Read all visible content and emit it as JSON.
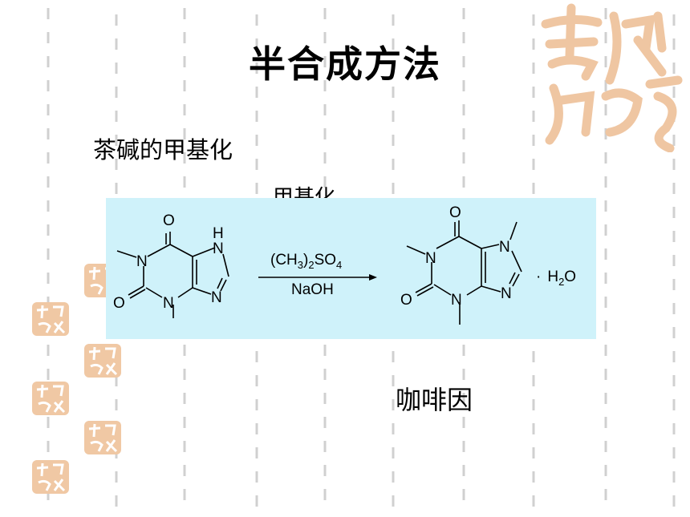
{
  "slide": {
    "title": "半合成方法",
    "subtitle": "茶碱的甲基化",
    "hidden_label": "甲基化",
    "product_name": "咖啡因"
  },
  "reaction": {
    "reactant_atoms": {
      "o1": "O",
      "n1": "N",
      "n7": "N",
      "h7": "H",
      "o2": "O",
      "n3": "N",
      "n9": "N"
    },
    "reagent_above": {
      "prefix": "(CH",
      "sub1": "3",
      "mid": ")",
      "sub2": "2",
      "suffix": "SO",
      "sub3": "4"
    },
    "reagent_below": "NaOH",
    "product_atoms": {
      "o1": "O",
      "n1": "N",
      "n7": "N",
      "o2": "O",
      "n3": "N",
      "n9": "N"
    },
    "hydrate": {
      "dot": "·",
      "h": "H",
      "sub": "2",
      "o": "O"
    }
  },
  "colors": {
    "reaction_background": "#cff2fa",
    "decoration": "#e7a46a",
    "dashes": "#cccccc"
  },
  "icons": {
    "seal": "auspicious-seal-icon"
  }
}
